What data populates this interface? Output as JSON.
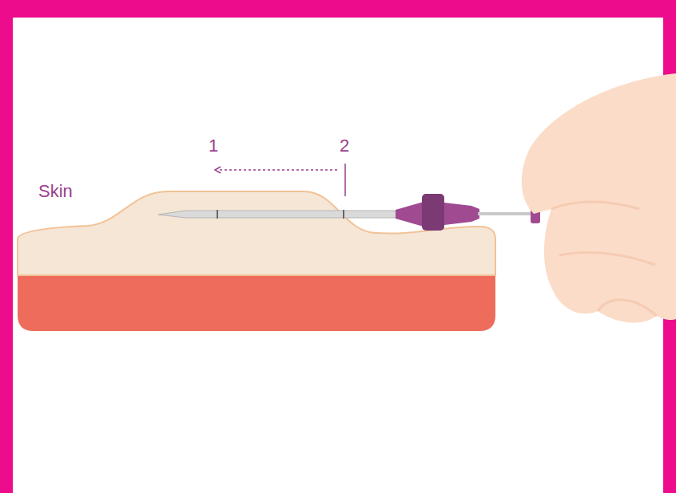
{
  "diagram": {
    "labels": [
      "1",
      "2",
      "Skin"
    ]
  }
}
